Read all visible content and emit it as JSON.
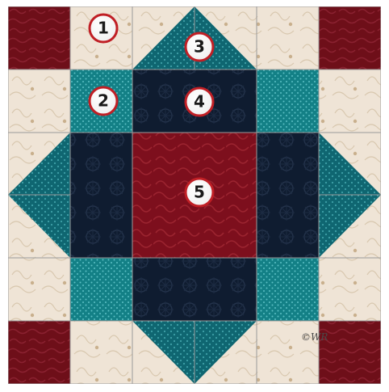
{
  "block": {
    "grid": 6,
    "colors": {
      "cream": "#efe4d6",
      "cream_motif": "#d2bfa6",
      "burgundy": "#6e0f19",
      "burgundy_light": "#8a2130",
      "teal": "#0f6671",
      "teal_light": "#2b8f97",
      "teal_dot": "#6ab8bd",
      "navy": "#0f1c30",
      "navy_light": "#23324a",
      "red_center": "#7d0f1d",
      "red_center_light": "#9c2430",
      "seam": "#9a9a9a"
    },
    "badges": [
      {
        "label": "1"
      },
      {
        "label": "2"
      },
      {
        "label": "3"
      },
      {
        "label": "4"
      },
      {
        "label": "5"
      }
    ],
    "watermark": "©WR"
  }
}
